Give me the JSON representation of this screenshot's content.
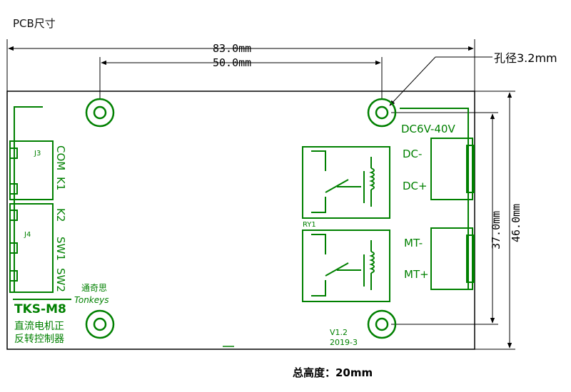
{
  "page": {
    "title": "PCB尺寸",
    "footer": "总高度：20mm",
    "colors": {
      "board": "#008000",
      "dimension": "#000000",
      "background": "#ffffff"
    }
  },
  "dimensions": {
    "width_total": "83.0mm",
    "hole_spacing": "50.0mm",
    "hole_diameter": "孔径3.2mm",
    "height_inner": "37.0mm",
    "height_total": "46.0mm"
  },
  "board": {
    "power_label": "DC6V-40V",
    "connector_j3": "J3",
    "connector_j4": "J4",
    "pin_labels": [
      "COM",
      "K1",
      "K2",
      "SW1",
      "SW2"
    ],
    "relay_label": "RY1",
    "right_labels": [
      "DC-",
      "DC+",
      "MT-",
      "MT+"
    ],
    "brand_cn": "通奇思",
    "brand_en": "Tonkeys",
    "model": "TKS-M8",
    "desc_line1": "直流电机正",
    "desc_line2": "反转控制器",
    "version": "V1.2",
    "date": "2019-3"
  }
}
